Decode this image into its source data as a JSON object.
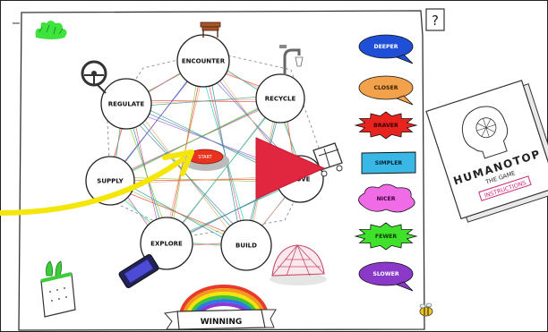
{
  "help_label": "?",
  "center_button_label": "START",
  "nodes": [
    {
      "id": "encounter",
      "label": "ENCOUNTER"
    },
    {
      "id": "recycle",
      "label": "RECYCLE"
    },
    {
      "id": "move",
      "label": "MOVE"
    },
    {
      "id": "build",
      "label": "BUILD"
    },
    {
      "id": "explore",
      "label": "EXPLORE"
    },
    {
      "id": "supply",
      "label": "SUPPLY"
    },
    {
      "id": "regulate",
      "label": "REGULATE"
    }
  ],
  "modifiers": [
    {
      "label": "DEEPER",
      "fill": "#1f4fd6",
      "text": "#ffffff",
      "icon": "speech-bubble"
    },
    {
      "label": "CLOSER",
      "fill": "#f2a24a",
      "text": "#3a1d00",
      "icon": "speech-bubble"
    },
    {
      "label": "BRAVER",
      "fill": "#e8241f",
      "text": "#3a0000",
      "icon": "burst"
    },
    {
      "label": "SIMPLER",
      "fill": "#39b8e6",
      "text": "#002438",
      "icon": "rectangle"
    },
    {
      "label": "NICER",
      "fill": "#f06be6",
      "text": "#3a003a",
      "icon": "cloud"
    },
    {
      "label": "FEWER",
      "fill": "#3fe12a",
      "text": "#0b3a00",
      "icon": "burst"
    },
    {
      "label": "SLOWER",
      "fill": "#8a39c9",
      "text": "#ffffff",
      "icon": "speech-bubble"
    }
  ],
  "winning_label": "WINNING",
  "book": {
    "title": "HUMANOTOP",
    "subtitle": "THE GAME",
    "instructions": "INSTRUCTIONS"
  },
  "colors": {
    "play_button": "#e0273f",
    "arrow": "#f5e60a",
    "start_button": "#e8341e"
  },
  "icons": [
    "grass-icon",
    "steering-wheel-icon",
    "bench-icon",
    "faucet-icon",
    "cart-icon",
    "phone-icon",
    "dome-icon",
    "plant-pot-icon",
    "bee-icon",
    "rainbow-icon"
  ]
}
